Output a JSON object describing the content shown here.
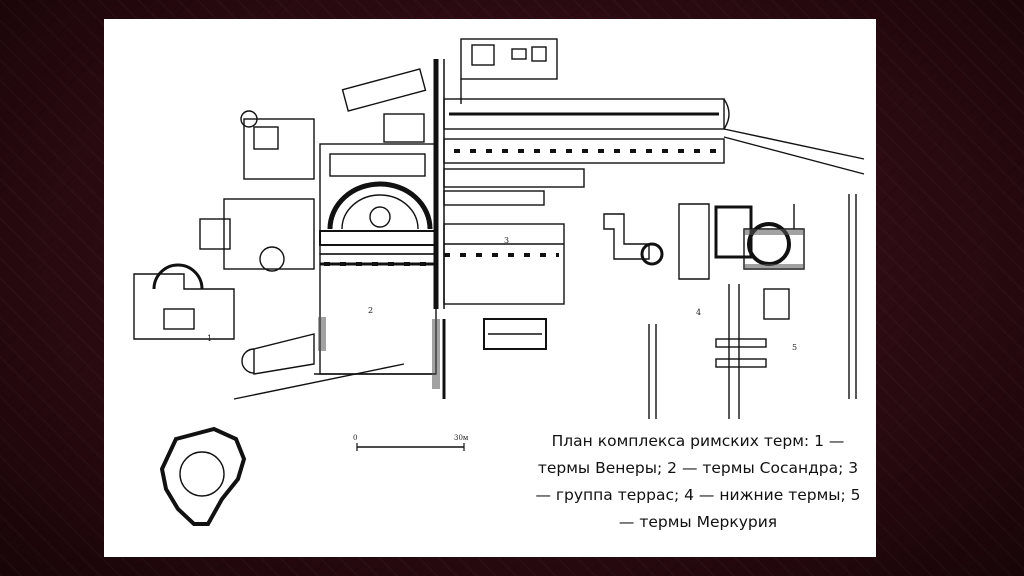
{
  "caption": "План комплекса римских терм: 1 — термы Венеры; 2 — термы Сосандра; 3 — группа террас; 4 — нижние термы; 5 — термы Меркурия",
  "labels": {
    "area1": "1",
    "area2": "2",
    "area3": "3",
    "area4": "4",
    "area5": "5"
  },
  "scale": {
    "start": "0",
    "end": "30м"
  }
}
